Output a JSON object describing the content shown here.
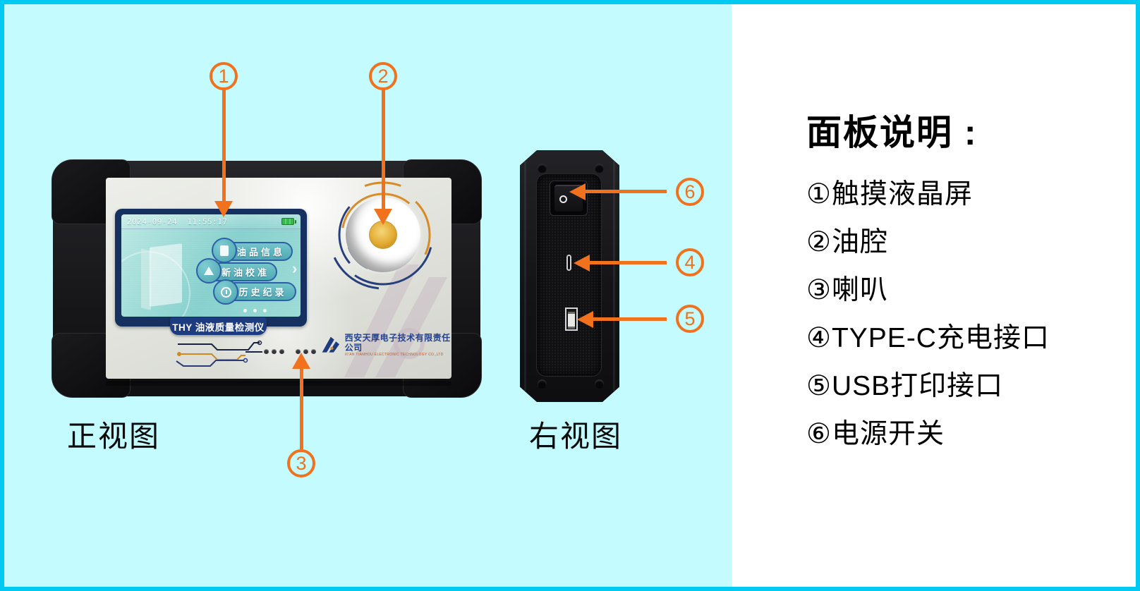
{
  "colors": {
    "frame_cyan": "#00c9f2",
    "panel_cyan": "#c3fbff",
    "callout_orange": "#f2711c",
    "screen_navy": "#1d3c80"
  },
  "front_view": {
    "caption": "正视图",
    "callouts": [
      {
        "num": "1"
      },
      {
        "num": "2"
      },
      {
        "num": "3"
      }
    ],
    "screen": {
      "datetime": "2024-09-24  11:55:17",
      "menu": [
        {
          "label": "油品信息"
        },
        {
          "label": "新油校准"
        },
        {
          "label": "历史纪录"
        }
      ],
      "banner": "THY 油液质量检测仪"
    },
    "brand": {
      "company": "西安天厚电子技术有限责任公司",
      "company_en": "XI'AN TIANHOU ELECTRONIC TECHNOLOGY CO.,LTD"
    }
  },
  "side_view": {
    "caption": "右视图",
    "callouts": [
      {
        "num": "6"
      },
      {
        "num": "4"
      },
      {
        "num": "5"
      }
    ]
  },
  "legend": {
    "title": "面板说明 :",
    "items": [
      "①触摸液晶屏",
      "②油腔",
      "③喇叭",
      "④TYPE-C充电接口",
      "⑤USB打印接口",
      "⑥电源开关"
    ]
  }
}
